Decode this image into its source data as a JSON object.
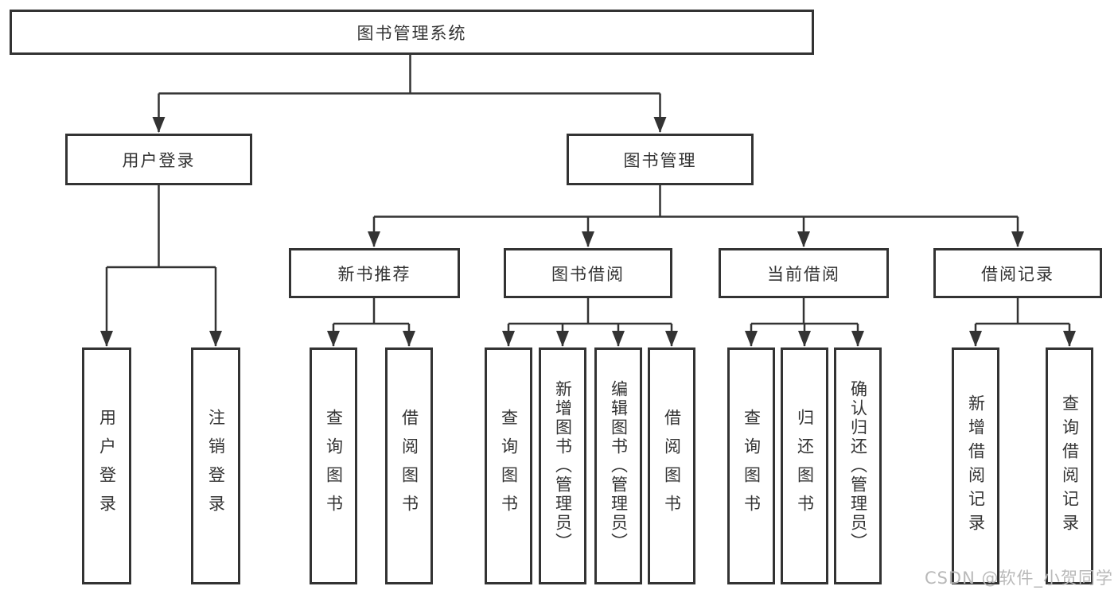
{
  "diagram": {
    "root": "图书管理系统",
    "branches": [
      {
        "label": "用户登录",
        "leaves": [
          "用户登录",
          "注销登录"
        ]
      },
      {
        "label": "图书管理",
        "groups": [
          {
            "label": "新书推荐",
            "leaves": [
              "查询图书",
              "借阅图书"
            ]
          },
          {
            "label": "图书借阅",
            "leaves": [
              "查询图书",
              "新增图书（管理员）",
              "编辑图书（管理员）",
              "借阅图书"
            ]
          },
          {
            "label": "当前借阅",
            "leaves": [
              "查询图书",
              "归还图书",
              "确认归还（管理员）"
            ]
          },
          {
            "label": "借阅记录",
            "leaves": [
              "新增借阅记录",
              "查询借阅记录"
            ]
          }
        ]
      }
    ]
  },
  "watermark": "CSDN @软件_小贺同学",
  "colors": {
    "line": "#333333",
    "box_border": "#333333",
    "text": "#333333",
    "background": "#ffffff",
    "watermark": "#b9b9b9"
  }
}
